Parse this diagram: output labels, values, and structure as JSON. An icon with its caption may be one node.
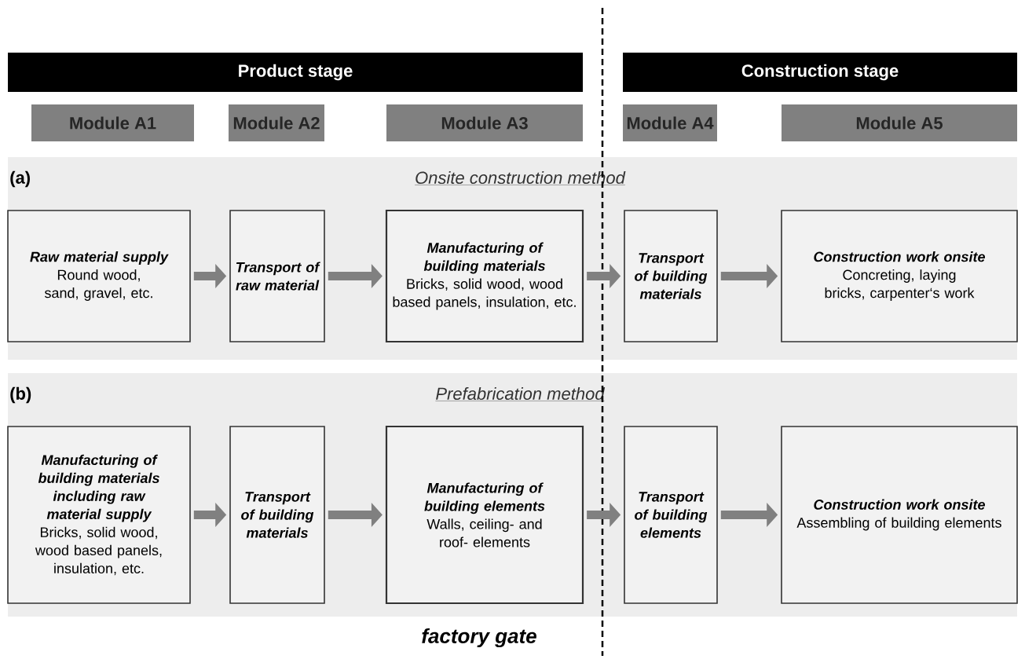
{
  "diagram": {
    "nodes": [
      {
        "text": [
          "Product stage"
        ]
      },
      {
        "text": [
          "Construction stage"
        ]
      },
      {
        "text": [
          "Module A1"
        ]
      },
      {
        "text": [
          "Module A2"
        ]
      },
      {
        "text": [
          "Module A3"
        ]
      },
      {
        "text": [
          "Module A4"
        ]
      },
      {
        "text": [
          "Module A5"
        ]
      },
      {
        "text": [
          "(a)",
          "Onsite construction method"
        ]
      },
      {
        "text": [
          "Raw material supply",
          "Round wood, sand, gravel, etc."
        ],
        "in": 7
      },
      {
        "text": [
          "Transport of raw material"
        ],
        "in": 7
      },
      {
        "text": [
          "Manufacturing of building materials",
          "Bricks, solid wood, wood based panels, insulation, etc."
        ],
        "in": 7
      },
      {
        "text": [
          "Transport of building materials"
        ],
        "in": 7
      },
      {
        "text": [
          "Construction work onsite",
          "Concreting, laying bricks, carpenter‘s work"
        ],
        "in": 7
      },
      {
        "text": [
          "(b)",
          "Prefabrication method"
        ]
      },
      {
        "text": [
          "Manufacturing of building materials including raw material supply",
          "Bricks, solid wood, wood based panels, insulation, etc."
        ],
        "in": 13
      },
      {
        "text": [
          "Transport of building materials"
        ],
        "in": 13
      },
      {
        "text": [
          "Manufacturing of building elements",
          "Walls, ceiling- and roof- elements"
        ],
        "in": 13
      },
      {
        "text": [
          "Transport of building elements"
        ],
        "in": 13
      },
      {
        "text": [
          "Construction work onsite",
          "Assembling of building elements"
        ],
        "in": 13
      }
    ],
    "edges": [
      {
        "from": 8,
        "to": 9,
        "arrow": "to"
      },
      {
        "from": 9,
        "to": 10,
        "arrow": "to"
      },
      {
        "from": 10,
        "to": 11,
        "arrow": "to"
      },
      {
        "from": 11,
        "to": 12,
        "arrow": "to"
      },
      {
        "from": 14,
        "to": 15,
        "arrow": "to"
      },
      {
        "from": 15,
        "to": 16,
        "arrow": "to"
      },
      {
        "from": 16,
        "to": 17,
        "arrow": "to"
      },
      {
        "from": 17,
        "to": 18,
        "arrow": "to"
      }
    ],
    "labels": [
      "factory gate"
    ]
  }
}
